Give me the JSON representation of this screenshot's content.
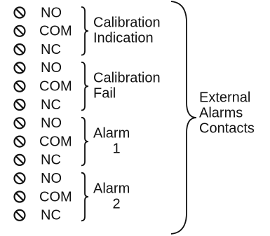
{
  "groups": [
    {
      "label_lines": [
        "Calibration",
        "Indication"
      ],
      "contacts": [
        "NO",
        "COM",
        "NC"
      ]
    },
    {
      "label_lines": [
        "Calibration",
        "Fail"
      ],
      "contacts": [
        "NO",
        "COM",
        "NC"
      ]
    },
    {
      "label_lines": [
        "Alarm",
        "1"
      ],
      "contacts": [
        "NO",
        "COM",
        "NC"
      ]
    },
    {
      "label_lines": [
        "Alarm",
        "2"
      ],
      "contacts": [
        "NO",
        "COM",
        "NC"
      ]
    }
  ],
  "outer_label_lines": [
    "External",
    "Alarms",
    "Contacts"
  ],
  "terminal_icon": "terminal-screw-icon",
  "colors": {
    "ink": "#111111",
    "background": "#ffffff"
  }
}
